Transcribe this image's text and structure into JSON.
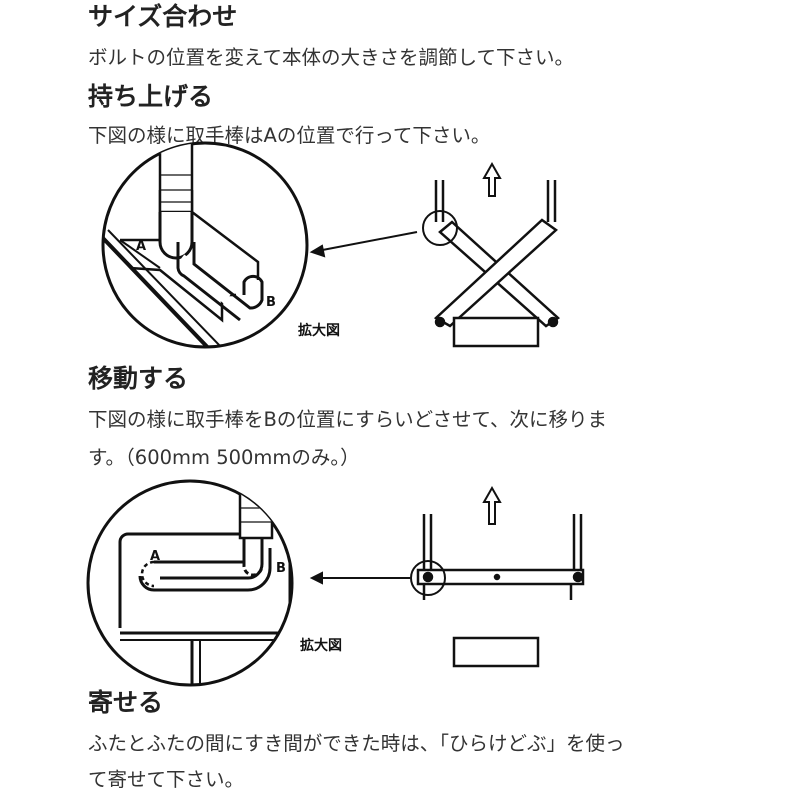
{
  "sections": [
    {
      "heading": "サイズ合わせ",
      "lines": [
        "ボルトの位置を変えて本体の大きさを調節して下さい。"
      ]
    },
    {
      "heading": "持ち上げる",
      "lines": [
        "下図の様に取手棒はAの位置で行って下さい。"
      ],
      "figure": {
        "label_a": "A",
        "label_b": "B",
        "zoom_caption": "拡大図"
      }
    },
    {
      "heading": "移動する",
      "lines": [
        "下図の様に取手棒をBの位置にすらいどさせて、次に移りま",
        "す。（600mm 500mmのみ。）"
      ],
      "figure": {
        "label_a": "A",
        "label_b": "B",
        "zoom_caption": "拡大図"
      }
    },
    {
      "heading": "寄せる",
      "lines": [
        "ふたとふたの間にすき間ができた時は、「ひらけどぶ」を使っ",
        "て寄せて下さい。"
      ]
    }
  ]
}
